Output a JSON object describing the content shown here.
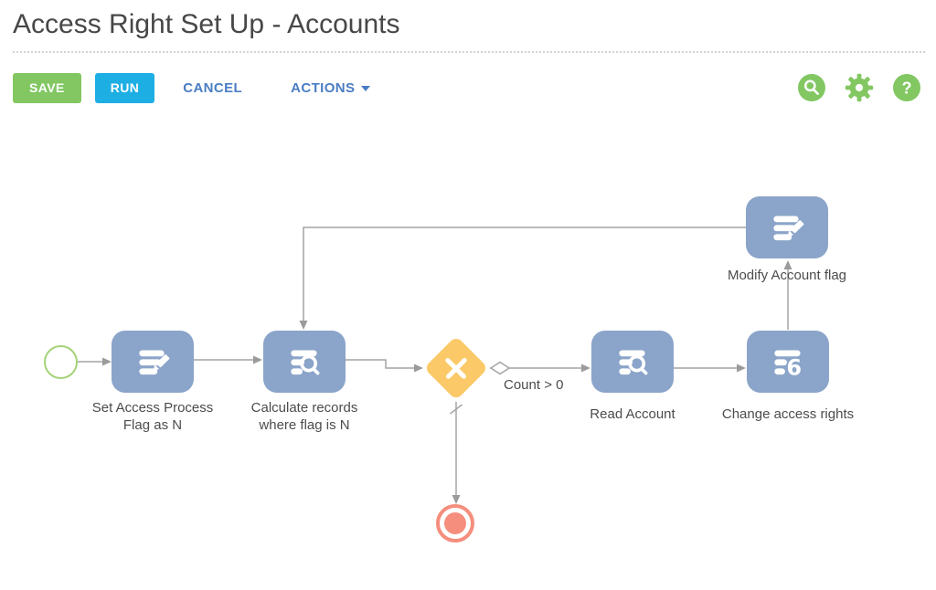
{
  "page": {
    "title": "Access Right Set Up - Accounts"
  },
  "toolbar": {
    "save": "SAVE",
    "run": "RUN",
    "cancel": "CANCEL",
    "actions": "ACTIONS",
    "help_glyph": "?",
    "icons": [
      "search-icon",
      "gear-icon",
      "help-icon"
    ]
  },
  "colors": {
    "button_green": "#82c762",
    "button_blue": "#1daee4",
    "link_blue": "#4a7dc4",
    "task_blue": "#8ba4c9",
    "gateway_yellow": "#fbc968",
    "start_event_green": "#a4d377",
    "end_event_salmon": "#f58e7d",
    "connector_gray": "#a4a4a4",
    "text_gray": "#4c4c4c"
  },
  "diagram": {
    "access_rights_glyph": "6",
    "nodes": [
      {
        "id": "start-event",
        "type": "start"
      },
      {
        "id": "set-access-process-flag",
        "type": "task",
        "icon": "modify-data-icon",
        "label": "Set Access Process Flag as N"
      },
      {
        "id": "calculate-records",
        "type": "task",
        "icon": "read-data-icon",
        "label": "Calculate records where flag is N"
      },
      {
        "id": "exclusive-gateway",
        "type": "gateway"
      },
      {
        "id": "read-account",
        "type": "task",
        "icon": "read-data-icon",
        "label": "Read Account"
      },
      {
        "id": "change-access-rights",
        "type": "task",
        "icon": "access-rights-icon",
        "label": "Change access rights"
      },
      {
        "id": "modify-account-flag",
        "type": "task",
        "icon": "modify-data-icon",
        "label": "Modify Account flag"
      },
      {
        "id": "end-event",
        "type": "end"
      }
    ],
    "flow_labels": [
      {
        "text": "Count > 0"
      }
    ]
  }
}
